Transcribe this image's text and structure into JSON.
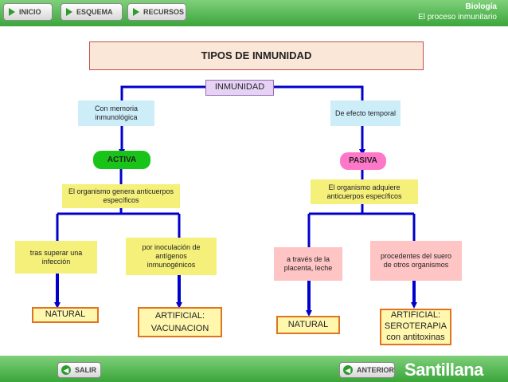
{
  "nav": {
    "inicio_label": "INICIO",
    "esquema_label": "ESQUEMA",
    "recursos_label": "RECURSOS",
    "subject": "Biología",
    "topic": "El proceso inmunitario"
  },
  "footer": {
    "salir_label": "SALIR",
    "anterior_label": "ANTERIOR",
    "brand": "Santillana"
  },
  "diagram": {
    "title": "TIPOS DE INMUNIDAD",
    "root": "INMUNIDAD",
    "left": {
      "note": "Con memoria inmunológica",
      "type": "ACTIVA",
      "desc": "El organismo genera anticuerpos específicos",
      "branch1": "tras superar una infección",
      "branch1_result": "NATURAL",
      "branch2": "por inoculación de antígenos inmunogénicos",
      "branch2_result_line1": "ARTIFICIAL:",
      "branch2_result_line2": "VACUNACION"
    },
    "right": {
      "note": "De efecto temporal",
      "type": "PASIVA",
      "desc": "El organismo adquiere anticuerpos específicos",
      "branch1": "a través de la placenta, leche",
      "branch1_result": "NATURAL",
      "branch2": "procedentes del suero de otros organismos",
      "branch2_result_line1": "ARTIFICIAL:",
      "branch2_result_line2": "SEROTERAPIA",
      "branch2_result_line3": "con antitoxinas"
    }
  },
  "colors": {
    "header_green": "#3aa53a",
    "title_bg": "#fbe7d8",
    "title_border": "#c0504d",
    "root_bg": "#e7d2f5",
    "note_bg": "#cdeef9",
    "activa_bg": "#19c419",
    "pasiva_bg": "#ff77c8",
    "desc_bg": "#f5f07a",
    "branch_bg": "#ffc4c4",
    "result_bg": "#fff7ae",
    "result_border": "#e0741e",
    "connector": "#0000cc"
  }
}
